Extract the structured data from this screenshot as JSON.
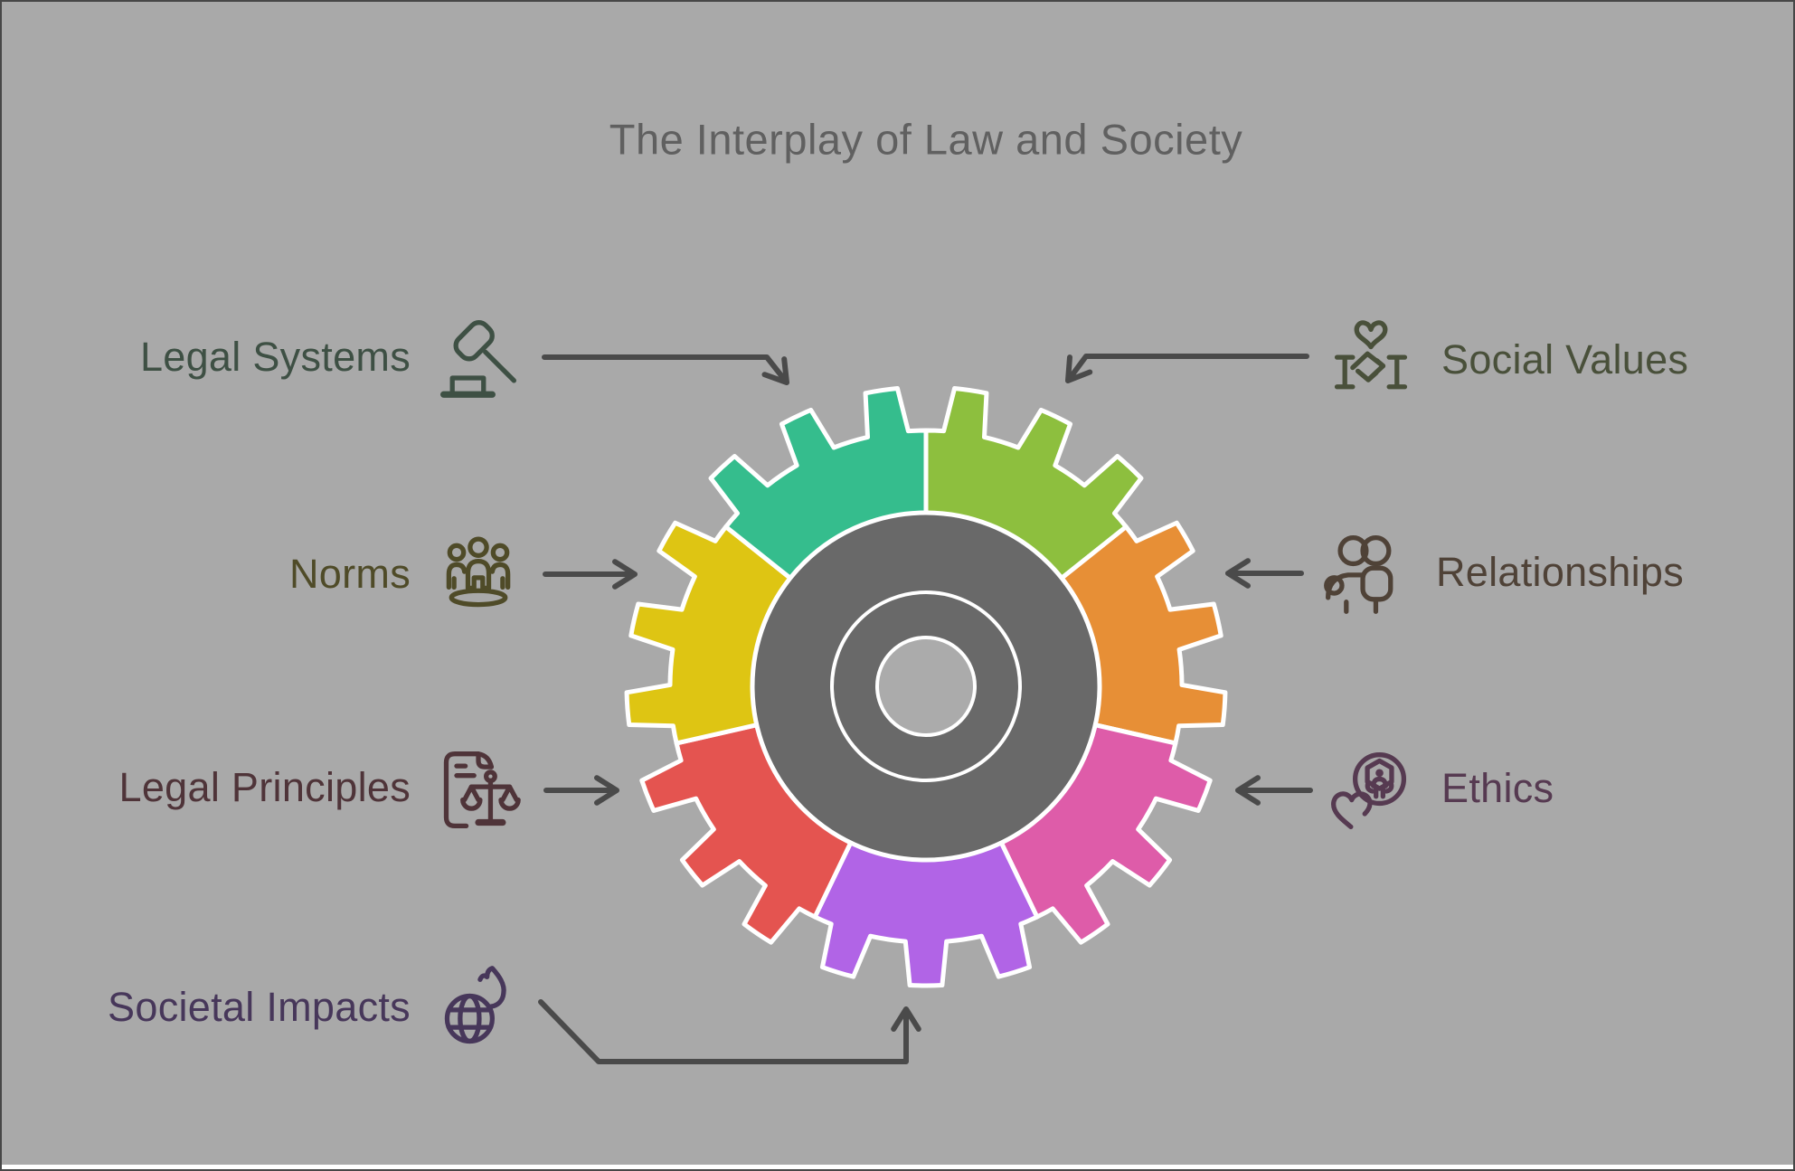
{
  "title": {
    "text": "The Interplay of Law and Society",
    "color": "#606060"
  },
  "canvas": {
    "background": "#A9A9A9",
    "border_color": "#474747",
    "bottom_strip_color": "#FFFFFF"
  },
  "gear": {
    "core_color": "#696969",
    "hub_color": "#ABABAB",
    "outline_color": "#FFFFFF",
    "segment_colors_clockwise_from_top": [
      "#8DBF3E",
      "#E78F36",
      "#DE5CA9",
      "#B164E6",
      "#E45450",
      "#DEC513",
      "#35BD8D"
    ]
  },
  "arrows": {
    "color": "#4A4A4A"
  },
  "nodes": [
    {
      "label": "Legal Systems",
      "text_color": "#3E5044",
      "icon": "gavel-icon"
    },
    {
      "label": "Social Values",
      "text_color": "#49503A",
      "icon": "handshake-heart-icon"
    },
    {
      "label": "Norms",
      "text_color": "#4F4B28",
      "icon": "people-group-icon"
    },
    {
      "label": "Relationships",
      "text_color": "#4F4237",
      "icon": "two-people-icon"
    },
    {
      "label": "Legal Principles",
      "text_color": "#4F3439",
      "icon": "document-scales-icon"
    },
    {
      "label": "Ethics",
      "text_color": "#563A51",
      "icon": "heart-person-icon"
    },
    {
      "label": "Societal Impacts",
      "text_color": "#47375A",
      "icon": "globe-flame-icon"
    }
  ]
}
